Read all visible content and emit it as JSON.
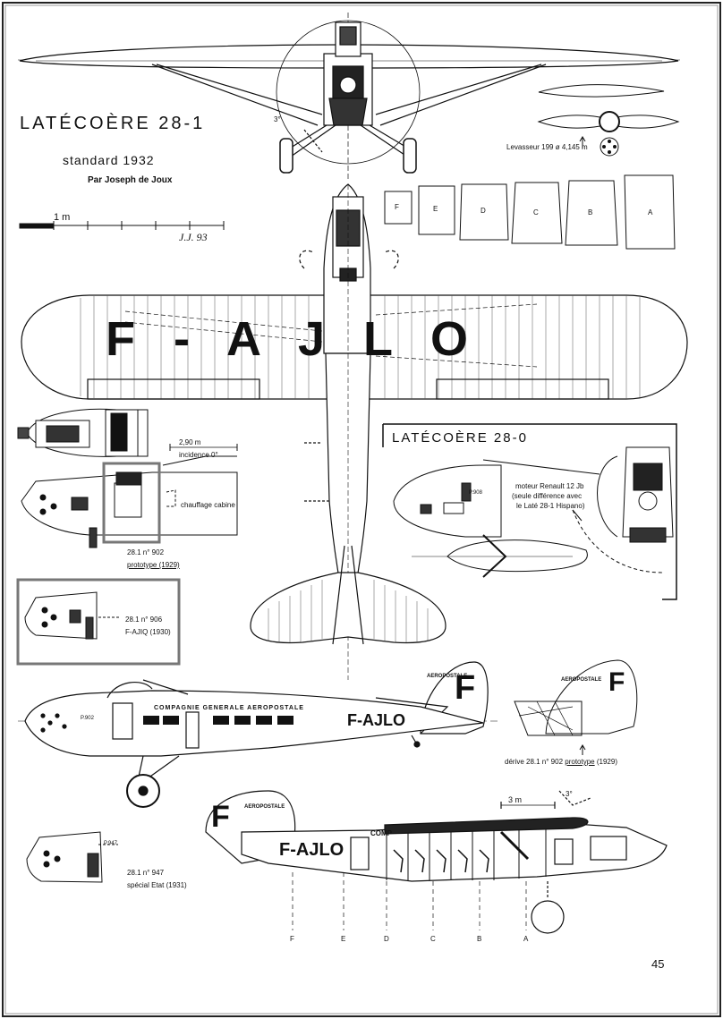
{
  "title": "LATÉCOÈRE 28-1",
  "subtitle": "standard 1932",
  "author": "Par Joseph de Joux",
  "scale_label": "1 m",
  "signature": "J.J. 93",
  "propeller_note": "Levasseur 199 ø 4,145 m",
  "dihedral_label": "3°",
  "dihedral_label_2": "3°",
  "section_letters": [
    "F",
    "E",
    "D",
    "C",
    "B",
    "A"
  ],
  "wing_registration": "F - A J L O",
  "dimension_290": "2,90 m",
  "incidence_label": "incidence 0°",
  "cabin_heating": "chauffage cabine",
  "proto_902_label": "28.1 n° 902",
  "proto_902_sub": "prototype  (1929)",
  "ajiq_906_label": "28.1 n° 906",
  "ajiq_906_reg": "F-AJIQ (1930)",
  "panel_title": "LATÉCOÈRE 28-0",
  "engine_note_1": "moteur Renault 12 Jb",
  "engine_note_2": "(seule différence avec",
  "engine_note_3": "le Laté 28-1 Hispano)",
  "fuselage_text": "COMPAGNIE  GENERALE  AEROPOSTALE",
  "side_registration": "F-AJLO",
  "tail_letter": "F",
  "tail_text": "AEROPOSTALE",
  "fin_caption_prefix": "dérive 28.1 n° 902",
  "fin_caption_link": "prototype",
  "fin_caption_year": "(1929)",
  "dimension_3m": "3 m",
  "cutaway_registration": "F-AJLO",
  "cutaway_comp": "COMP",
  "etat_947_label": "28.1 n° 947",
  "etat_947_sub": "spécial Etat (1931)",
  "p947": "P.947",
  "p902": "P.902",
  "p908": "P.908",
  "page_number": "45"
}
